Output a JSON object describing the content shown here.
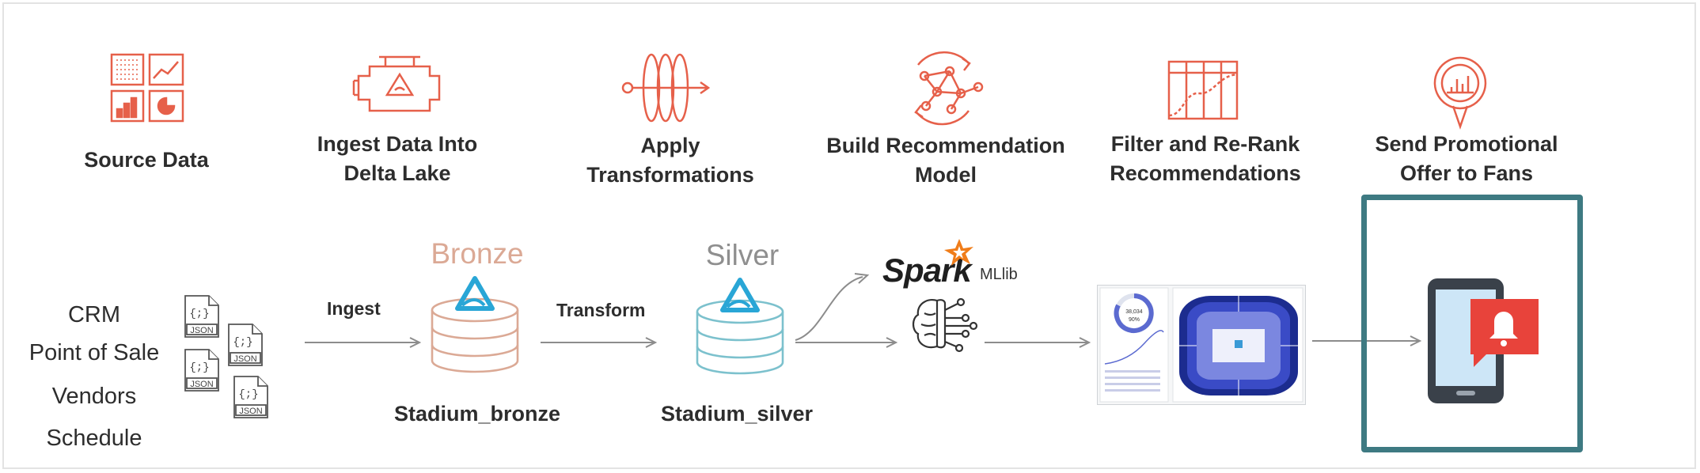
{
  "colors": {
    "icon": "#e6604a",
    "bronze": "#dba995",
    "silver": "#7cc1cd",
    "delta": "#29a6d6",
    "highlight": "#3e7a82",
    "text": "#2d2d2d",
    "arrow": "#8c8c8c",
    "alert": "#e8433b",
    "phone": "#3a414a",
    "screen": "#cde6f7"
  },
  "stages": [
    {
      "icon": "chart-grid-icon",
      "label": "Source Data"
    },
    {
      "icon": "engine-delta-icon",
      "label": "Ingest Data Into\nDelta Lake"
    },
    {
      "icon": "transform-rings-icon",
      "label": "Apply\nTransformations"
    },
    {
      "icon": "network-model-icon",
      "label": "Build Recommendation\nModel"
    },
    {
      "icon": "filter-rerank-icon",
      "label": "Filter and Re-Rank\nRecommendations"
    },
    {
      "icon": "promo-chat-icon",
      "label": "Send Promotional\nOffer to Fans"
    }
  ],
  "sources": [
    "CRM",
    "Point of Sale",
    "Vendors",
    "Schedule"
  ],
  "json_label": "JSON",
  "json_glyph": "{;}",
  "edges": {
    "ingest": "Ingest",
    "transform": "Transform"
  },
  "tables": {
    "bronze": {
      "layer": "Bronze",
      "name": "Stadium_bronze"
    },
    "silver": {
      "layer": "Silver",
      "name": "Stadium_silver"
    }
  },
  "mllib": {
    "spark": "Spark",
    "lib": "MLlib"
  },
  "dashboard": {
    "icon": "stadium-dashboard-icon",
    "value": "38,034",
    "pct": "90%"
  },
  "phone": {
    "icon": "phone-notification-icon",
    "alert_icon": "bell-icon"
  }
}
